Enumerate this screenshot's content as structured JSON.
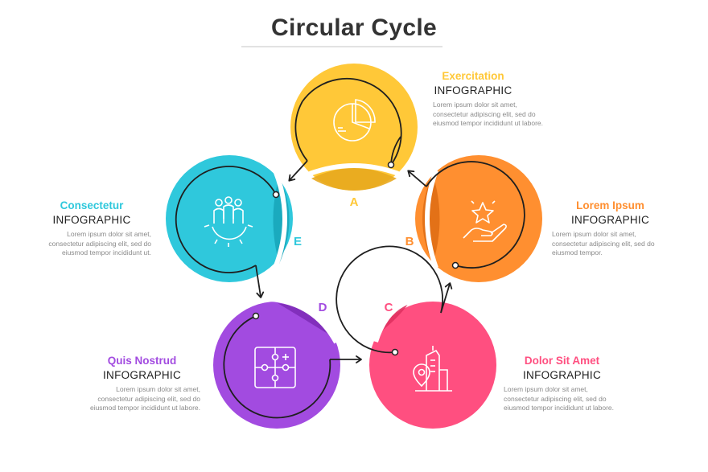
{
  "title": "Circular Cycle",
  "colors": {
    "a": "#FFC838",
    "b": "#FF8F30",
    "c": "#FF4F80",
    "d": "#A24BE0",
    "e": "#2FC8DC",
    "line": "#1f1f1f"
  },
  "steps": {
    "a": {
      "letter": "A",
      "heading": "Exercitation",
      "subheading": "INFOGRAPHIC",
      "body": "Lorem ipsum dolor sit amet, consectetur adipiscing elit, sed do eiusmod tempor incididunt ut labore.",
      "icon": "pie-chart-icon"
    },
    "b": {
      "letter": "B",
      "heading": "Lorem Ipsum",
      "subheading": "INFOGRAPHIC",
      "body": "Lorem ipsum dolor sit amet, consectetur adipiscing elit, sed do eiusmod tempor.",
      "icon": "star-hand-icon"
    },
    "c": {
      "letter": "C",
      "heading": "Dolor Sit Amet",
      "subheading": "INFOGRAPHIC",
      "body": "Lorem ipsum dolor sit amet, consectetur adipiscing elit, sed do eiusmod tempor incididunt ut labore.",
      "icon": "city-location-icon"
    },
    "d": {
      "letter": "D",
      "heading": "Quis Nostrud",
      "subheading": "INFOGRAPHIC",
      "body": "Lorem ipsum dolor sit amet, consectetur adipiscing elit, sed do eiusmod tempor incididunt ut labore.",
      "icon": "puzzle-icon"
    },
    "e": {
      "letter": "E",
      "heading": "Consectetur",
      "subheading": "INFOGRAPHIC",
      "body": "Lorem ipsum dolor sit amet, consectetur adipiscing elit, sed do eiusmod tempor incididunt ut.",
      "icon": "team-gear-icon"
    }
  }
}
